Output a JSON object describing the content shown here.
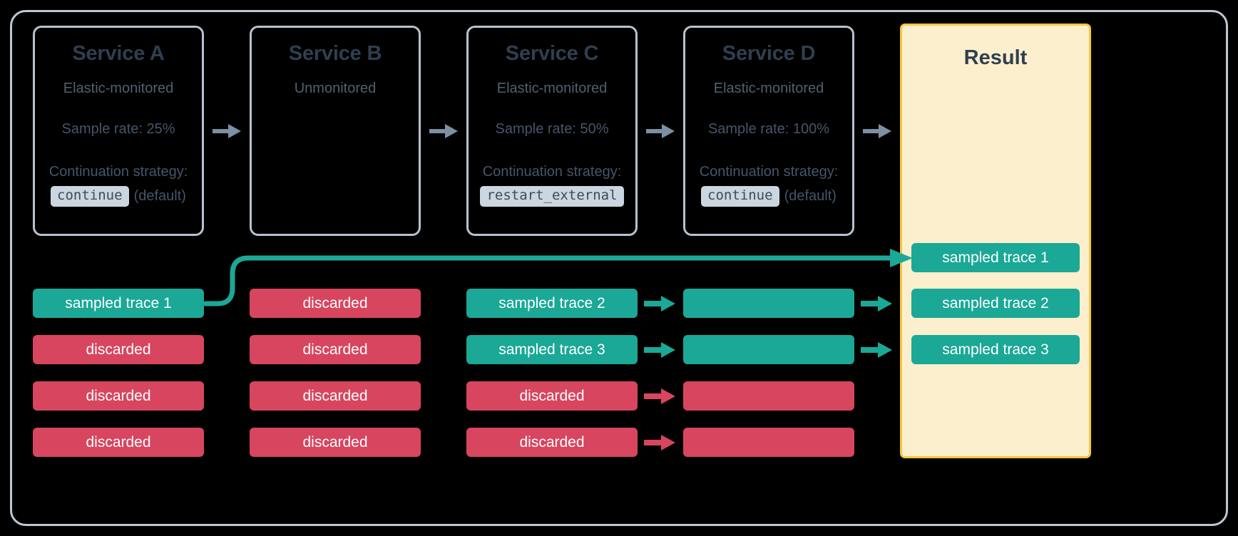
{
  "diagram": {
    "title": "Distributed tracing sampling across services",
    "colors": {
      "background": "#000000",
      "frame_border": "#bcc7d3",
      "service_border": "#b6c2cf",
      "service_title": "#2f3f4f",
      "service_text": "#45566a",
      "code_chip_bg": "#ccd6e0",
      "sampled": "#1ba896",
      "discarded": "#d8455f",
      "result_bg": "#fcefcd",
      "result_border": "#f5c73c",
      "gray_arrow": "#7d8fa3"
    }
  },
  "services": [
    {
      "title": "Service A",
      "monitoring": "Elastic-monitored",
      "sample_rate": "Sample rate: 25%",
      "strategy_label": "Continuation strategy:",
      "strategy_value": "continue",
      "strategy_note": "(default)"
    },
    {
      "title": "Service B",
      "monitoring": "Unmonitored",
      "sample_rate": "",
      "strategy_label": "",
      "strategy_value": "",
      "strategy_note": ""
    },
    {
      "title": "Service C",
      "monitoring": "Elastic-monitored",
      "sample_rate": "Sample rate: 50%",
      "strategy_label": "Continuation strategy:",
      "strategy_value": "restart_external",
      "strategy_note": ""
    },
    {
      "title": "Service D",
      "monitoring": "Elastic-monitored",
      "sample_rate": "Sample rate: 100%",
      "strategy_label": "Continuation strategy:",
      "strategy_value": "continue",
      "strategy_note": "(default)"
    }
  ],
  "result": {
    "title": "Result"
  },
  "trace_columns": [
    {
      "service": "Service A",
      "traces": [
        {
          "label": "sampled trace 1",
          "state": "sampled"
        },
        {
          "label": "discarded",
          "state": "discarded"
        },
        {
          "label": "discarded",
          "state": "discarded"
        },
        {
          "label": "discarded",
          "state": "discarded"
        }
      ]
    },
    {
      "service": "Service B",
      "traces": [
        {
          "label": "discarded",
          "state": "discarded"
        },
        {
          "label": "discarded",
          "state": "discarded"
        },
        {
          "label": "discarded",
          "state": "discarded"
        },
        {
          "label": "discarded",
          "state": "discarded"
        }
      ]
    },
    {
      "service": "Service C",
      "traces": [
        {
          "label": "sampled trace 2",
          "state": "sampled"
        },
        {
          "label": "sampled trace 3",
          "state": "sampled"
        },
        {
          "label": "discarded",
          "state": "discarded"
        },
        {
          "label": "discarded",
          "state": "discarded"
        }
      ]
    },
    {
      "service": "Service D",
      "traces": [
        {
          "label": "",
          "state": "sampled"
        },
        {
          "label": "",
          "state": "sampled"
        },
        {
          "label": "",
          "state": "discarded"
        },
        {
          "label": "",
          "state": "discarded"
        }
      ]
    },
    {
      "service": "Result",
      "traces": [
        {
          "label": "sampled trace 1",
          "state": "sampled"
        },
        {
          "label": "sampled trace 2",
          "state": "sampled"
        },
        {
          "label": "sampled trace 3",
          "state": "sampled"
        }
      ]
    }
  ]
}
